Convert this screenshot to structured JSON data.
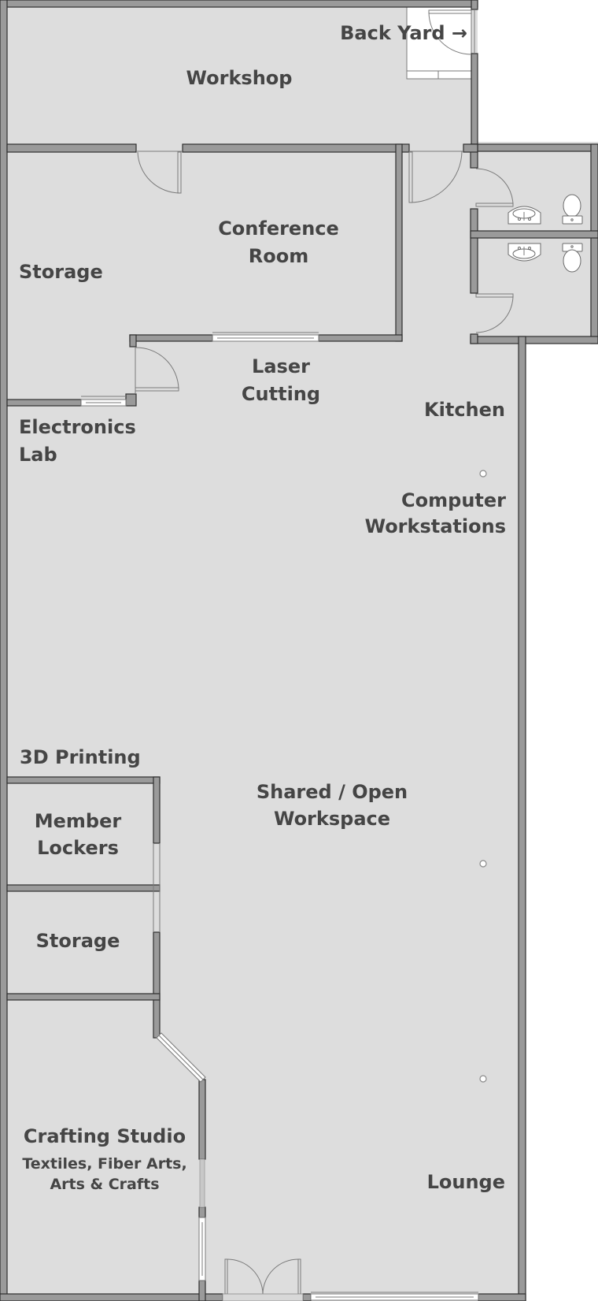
{
  "floorplan": {
    "rooms": {
      "workshop": "Workshop",
      "back_yard": "Back Yard →",
      "conference_room": [
        "Conference",
        "Room"
      ],
      "storage_top": "Storage",
      "laser_cutting": [
        "Laser",
        "Cutting"
      ],
      "kitchen": "Kitchen",
      "electronics_lab": [
        "Electronics",
        "Lab"
      ],
      "computer_workstations": [
        "Computer",
        "Workstations"
      ],
      "printing_3d": "3D Printing",
      "shared_workspace": [
        "Shared / Open",
        "Workspace"
      ],
      "member_lockers": [
        "Member",
        "Lockers"
      ],
      "storage_mid": "Storage",
      "crafting_studio": {
        "title": "Crafting Studio",
        "subtitle": [
          "Textiles, Fiber Arts,",
          "Arts & Crafts"
        ]
      },
      "lounge": "Lounge"
    },
    "restrooms": 2,
    "markers": 3,
    "colors": {
      "floor": "#dddddd",
      "wall": "#9a9a9a",
      "wall_outline": "#2e2e2e",
      "text": "#454545",
      "outside": "#ffffff"
    }
  }
}
